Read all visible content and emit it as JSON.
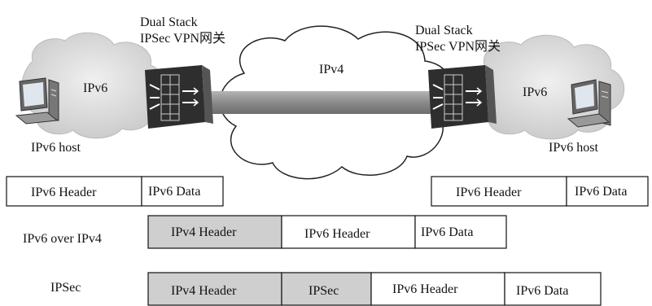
{
  "diagram": {
    "left_gateway": {
      "line1": "Dual Stack",
      "line2": "IPSec VPN网关"
    },
    "right_gateway": {
      "line1": "Dual Stack",
      "line2": "IPSec VPN网关"
    },
    "left_cloud_label": "IPv6",
    "center_cloud_label": "IPv4",
    "right_cloud_label": "IPv6",
    "left_host_label": "IPv6 host",
    "right_host_label": "IPv6 host"
  },
  "rows": {
    "top_left": {
      "header": "IPv6 Header",
      "data": "IPv6 Data"
    },
    "top_right": {
      "header": "IPv6 Header",
      "data": "IPv6 Data"
    },
    "over": {
      "label": "IPv6 over IPv4",
      "cells": [
        "IPv4 Header",
        "IPv6 Header",
        "IPv6 Data"
      ]
    },
    "ipsec": {
      "label": "IPSec",
      "cells": [
        "IPv4 Header",
        "IPSec",
        "IPv6 Header",
        "IPv6 Data"
      ]
    }
  },
  "colors": {
    "shaded_cell": "#cfcfcf",
    "plain_cell": "#ffffff",
    "cloud": "#e3e3e3",
    "tunnel": "#8f8f8f",
    "gateway": "#3a3a3a"
  }
}
